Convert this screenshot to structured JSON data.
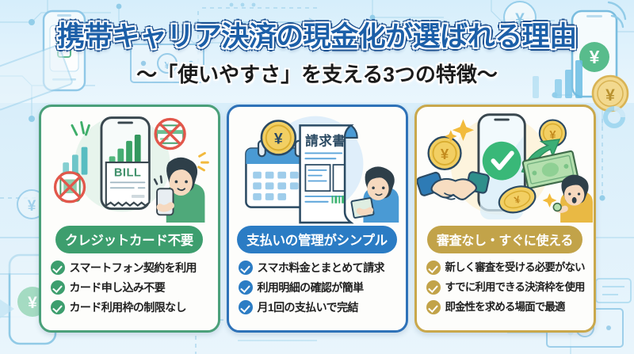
{
  "header": {
    "title": "携帯キャリア決済の現金化が選ばれる理由",
    "subtitle": "〜「使いやすさ」を支える3つの特徴〜",
    "title_color": "#1c5fa8",
    "title_outline_color": "#1b4f8f"
  },
  "background": {
    "base_color": "#dff0fa",
    "accent_color": "#9fd0ea",
    "decor": [
      "phone-outline-left",
      "phone-outline-right",
      "yen-coin-top-right",
      "yen-coin-bottom-right",
      "banknote-top-left",
      "banknote-bottom-left",
      "banknote-bottom-right",
      "bar-chart-right",
      "wifi-icon-right",
      "circuit-lines",
      "donut-icon-right"
    ]
  },
  "cards": [
    {
      "theme": "green",
      "accent": "#3d9e6e",
      "border": "#4ba07a",
      "badge": "クレジットカード不要",
      "art_name": "bill-phone-no-card-illustration",
      "art_items": [
        "bar-chart",
        "smartphone",
        "bill-receipt",
        "no-credit-card-icon",
        "no-phone-card-icon",
        "person-with-phone"
      ],
      "bullets": [
        "スマートフォン契約を利用",
        "カード申し込み不要",
        "カード利用枠の制限なし"
      ]
    },
    {
      "theme": "blue",
      "accent": "#2b7cc4",
      "border": "#2e72b8",
      "badge": "支払いの管理がシンプル",
      "art_name": "invoice-calendar-illustration",
      "art_items": [
        "calendar",
        "yen-coin",
        "invoice-document",
        "person-with-note"
      ],
      "art_text": "請求書",
      "bullets": [
        "スマホ料金とまとめて請求",
        "利用明細の確認が簡単",
        "月1回の支払いで完結"
      ]
    },
    {
      "theme": "gold",
      "accent": "#c2a349",
      "border": "#c9a84c",
      "badge": "審査なし・すぐに使える",
      "art_name": "instant-approval-illustration",
      "art_items": [
        "handshake",
        "smartphone-check",
        "yen-coin",
        "banknote",
        "sparkle",
        "arrow",
        "person-with-coin"
      ],
      "bullets": [
        "新しく審査を受ける必要がない",
        "すでに利用できる決済枠を使用",
        "即金性を求める場面で最適"
      ]
    }
  ]
}
